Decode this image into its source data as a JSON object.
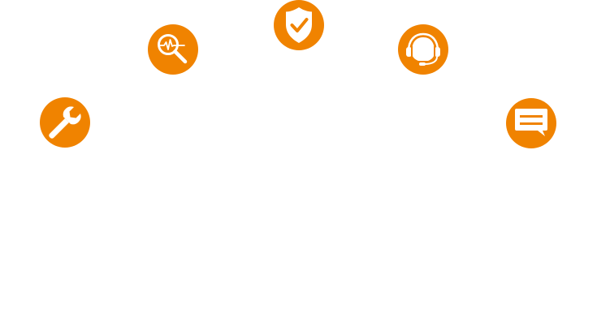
{
  "theme": {
    "accent": "#F08300",
    "icon_foreground": "#FFFFFF",
    "background": "#FFFFFF"
  },
  "icons": [
    {
      "id": "wrench",
      "semantic": "wrench-icon",
      "label": "Maintenance"
    },
    {
      "id": "monitor",
      "semantic": "magnifier-pulse-icon",
      "label": "Monitoring"
    },
    {
      "id": "shield",
      "semantic": "shield-check-icon",
      "label": "Security"
    },
    {
      "id": "headset",
      "semantic": "headset-icon",
      "label": "Support"
    },
    {
      "id": "chat",
      "semantic": "chat-bubble-icon",
      "label": "Messaging"
    }
  ]
}
